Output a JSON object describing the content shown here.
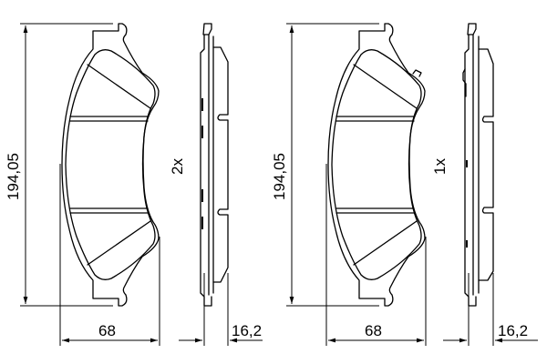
{
  "drawing": {
    "subject": "brake pad set technical drawing",
    "line_color": "#000000",
    "background": "#ffffff"
  },
  "views": [
    {
      "id": "pad-a",
      "height_dim": "194,05",
      "width_dim": "68",
      "thickness_dim": "16,2",
      "quantity": "2x"
    },
    {
      "id": "pad-b",
      "height_dim": "194,05",
      "width_dim": "68",
      "thickness_dim": "16,2",
      "quantity": "1x"
    }
  ]
}
